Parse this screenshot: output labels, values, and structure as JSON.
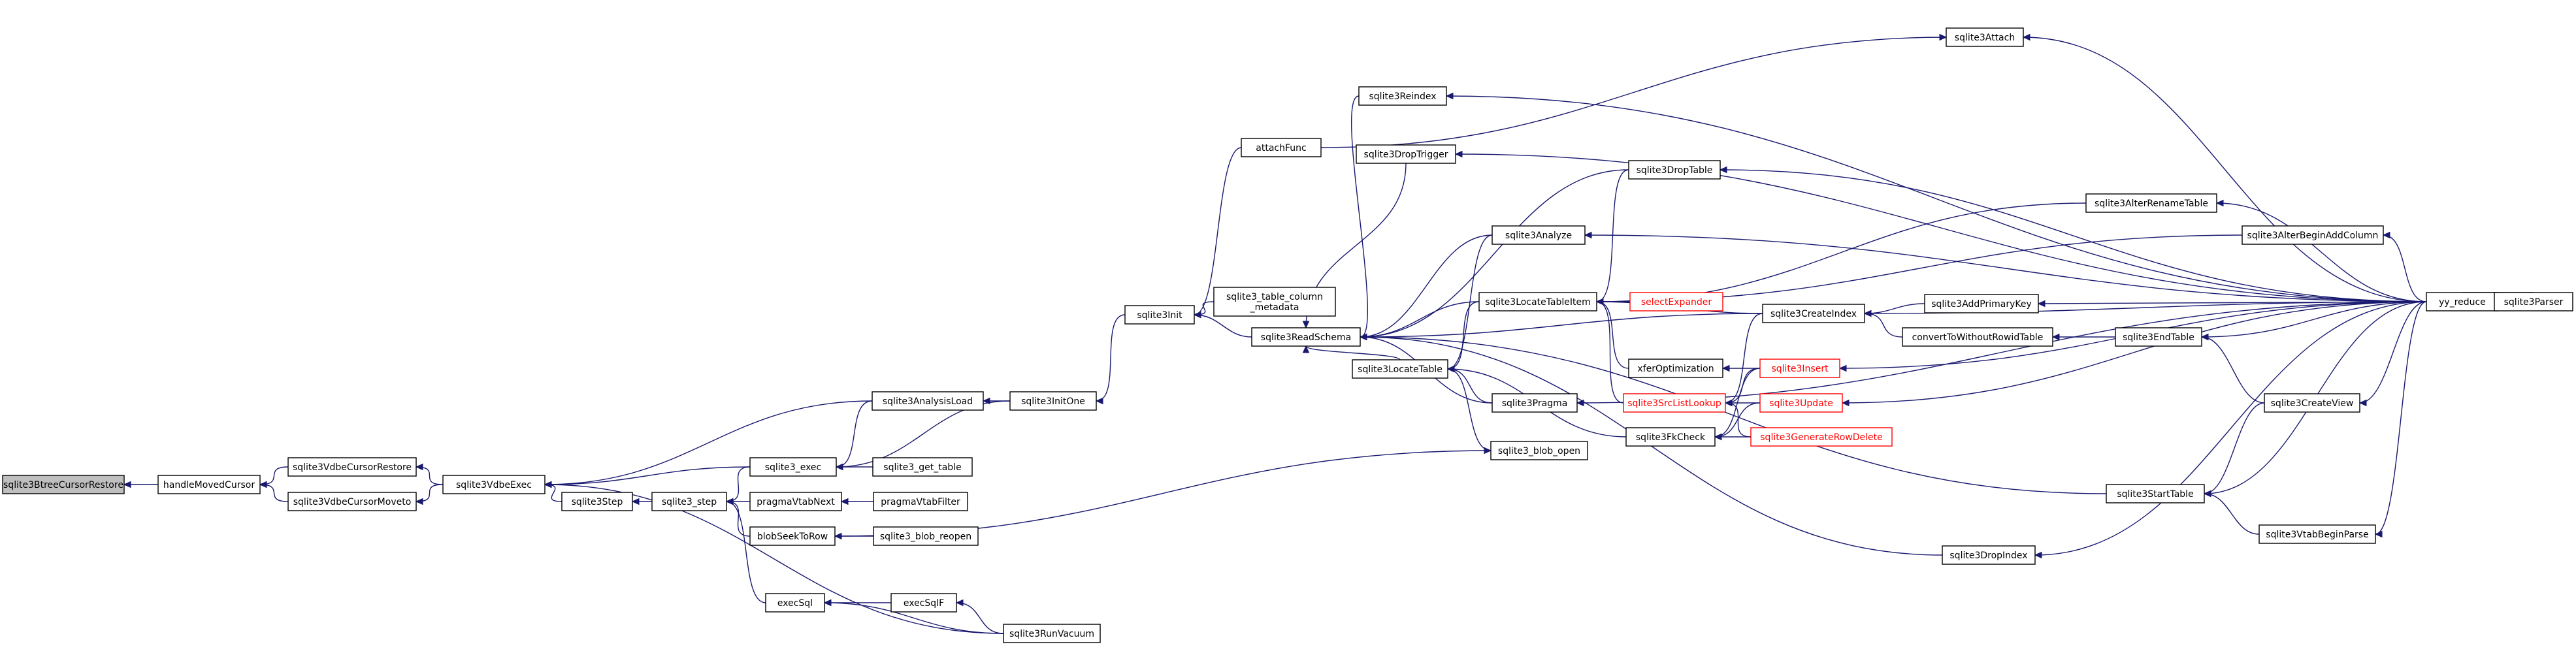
{
  "graph": {
    "nodes": {
      "restore": {
        "label": "sqlite3BtreeCursorRestore",
        "current": true
      },
      "handle": {
        "label": "handleMovedCursor"
      },
      "vcr": {
        "label": "sqlite3VdbeCursorRestore"
      },
      "vcm": {
        "label": "sqlite3VdbeCursorMoveto"
      },
      "vexec": {
        "label": "sqlite3VdbeExec"
      },
      "step": {
        "label": "sqlite3Step"
      },
      "s3step": {
        "label": "sqlite3_step"
      },
      "s3exec": {
        "label": "sqlite3_exec"
      },
      "gettable": {
        "label": "sqlite3_get_table"
      },
      "analysisload": {
        "label": "sqlite3AnalysisLoad"
      },
      "initone": {
        "label": "sqlite3InitOne"
      },
      "init": {
        "label": "sqlite3Init"
      },
      "attachfunc": {
        "label": "attachFunc"
      },
      "tcm": {
        "label": "sqlite3_table_column\n_metadata"
      },
      "readschema": {
        "label": "sqlite3ReadSchema"
      },
      "reindex": {
        "label": "sqlite3Reindex"
      },
      "droptrigger": {
        "label": "sqlite3DropTrigger"
      },
      "analyze": {
        "label": "sqlite3Analyze"
      },
      "locatetable": {
        "label": "sqlite3LocateTable"
      },
      "locatetableitem": {
        "label": "sqlite3LocateTableItem"
      },
      "droptable": {
        "label": "sqlite3DropTable"
      },
      "selectexpander": {
        "label": "selectExpander",
        "truncated": true
      },
      "xferopt": {
        "label": "xferOptimization"
      },
      "srclistlookup": {
        "label": "sqlite3SrcListLookup",
        "truncated": true
      },
      "fkcheck": {
        "label": "sqlite3FkCheck"
      },
      "pragma": {
        "label": "sqlite3Pragma"
      },
      "blobopen": {
        "label": "sqlite3_blob_open"
      },
      "pvnext": {
        "label": "pragmaVtabNext"
      },
      "pvfilter": {
        "label": "pragmaVtabFilter"
      },
      "blobseek": {
        "label": "blobSeekToRow"
      },
      "blobreopen": {
        "label": "sqlite3_blob_reopen"
      },
      "execsql": {
        "label": "execSql"
      },
      "execsqlf": {
        "label": "execSqlF"
      },
      "runvacuum": {
        "label": "sqlite3RunVacuum"
      },
      "insert": {
        "label": "sqlite3Insert",
        "truncated": true
      },
      "update": {
        "label": "sqlite3Update",
        "truncated": true
      },
      "genrowdelete": {
        "label": "sqlite3GenerateRowDelete",
        "truncated": true
      },
      "createindex": {
        "label": "sqlite3CreateIndex"
      },
      "addpk": {
        "label": "sqlite3AddPrimaryKey"
      },
      "convrowid": {
        "label": "convertToWithoutRowidTable"
      },
      "endtable": {
        "label": "sqlite3EndTable"
      },
      "attach": {
        "label": "sqlite3Attach"
      },
      "renametable": {
        "label": "sqlite3AlterRenameTable"
      },
      "addcol": {
        "label": "sqlite3AlterBeginAddColumn"
      },
      "createview": {
        "label": "sqlite3CreateView"
      },
      "starttable": {
        "label": "sqlite3StartTable"
      },
      "vtabbegin": {
        "label": "sqlite3VtabBeginParse"
      },
      "dropindex": {
        "label": "sqlite3DropIndex"
      },
      "yyreduce": {
        "label": "yy_reduce"
      },
      "parser": {
        "label": "sqlite3Parser"
      }
    },
    "edges": [
      [
        "handle",
        "restore"
      ],
      [
        "vcr",
        "handle"
      ],
      [
        "vcm",
        "handle"
      ],
      [
        "vexec",
        "vcr"
      ],
      [
        "vexec",
        "vcm"
      ],
      [
        "step",
        "vexec"
      ],
      [
        "s3exec",
        "vexec"
      ],
      [
        "analysisload",
        "vexec"
      ],
      [
        "runvacuum",
        "vexec"
      ],
      [
        "s3step",
        "step"
      ],
      [
        "s3exec",
        "s3step"
      ],
      [
        "pvnext",
        "s3step"
      ],
      [
        "blobseek",
        "s3step"
      ],
      [
        "execsql",
        "s3step"
      ],
      [
        "analysisload",
        "s3exec"
      ],
      [
        "initone",
        "s3exec"
      ],
      [
        "gettable",
        "s3exec"
      ],
      [
        "initone",
        "analysisload"
      ],
      [
        "init",
        "initone"
      ],
      [
        "attachfunc",
        "init"
      ],
      [
        "tcm",
        "init"
      ],
      [
        "readschema",
        "init"
      ],
      [
        "reindex",
        "readschema"
      ],
      [
        "droptrigger",
        "readschema"
      ],
      [
        "analyze",
        "readschema"
      ],
      [
        "locatetable",
        "readschema"
      ],
      [
        "locatetableitem",
        "readschema"
      ],
      [
        "pragma",
        "readschema"
      ],
      [
        "createindex",
        "readschema"
      ],
      [
        "droptable",
        "readschema"
      ],
      [
        "starttable",
        "readschema"
      ],
      [
        "dropindex",
        "readschema"
      ],
      [
        "locatetableitem",
        "locatetable"
      ],
      [
        "analyze",
        "locatetable"
      ],
      [
        "pragma",
        "locatetable"
      ],
      [
        "blobopen",
        "locatetable"
      ],
      [
        "fkcheck",
        "locatetable"
      ],
      [
        "droptable",
        "locatetableitem"
      ],
      [
        "selectexpander",
        "locatetableitem"
      ],
      [
        "xferopt",
        "locatetableitem"
      ],
      [
        "srclistlookup",
        "locatetableitem"
      ],
      [
        "createindex",
        "locatetableitem"
      ],
      [
        "renametable",
        "locatetableitem"
      ],
      [
        "addcol",
        "locatetableitem"
      ],
      [
        "insert",
        "xferopt"
      ],
      [
        "insert",
        "srclistlookup"
      ],
      [
        "update",
        "srclistlookup"
      ],
      [
        "genrowdelete",
        "srclistlookup"
      ],
      [
        "createindex",
        "srclistlookup"
      ],
      [
        "insert",
        "fkcheck"
      ],
      [
        "update",
        "fkcheck"
      ],
      [
        "genrowdelete",
        "fkcheck"
      ],
      [
        "addpk",
        "createindex"
      ],
      [
        "convrowid",
        "createindex"
      ],
      [
        "endtable",
        "convrowid"
      ],
      [
        "createview",
        "endtable"
      ],
      [
        "attachfunc",
        "attach"
      ],
      [
        "blobreopen",
        "blobseek"
      ],
      [
        "blobseek",
        "blobopen"
      ],
      [
        "pvfilter",
        "pvnext"
      ],
      [
        "execsqlf",
        "execsql"
      ],
      [
        "runvacuum",
        "execsql"
      ],
      [
        "runvacuum",
        "execsqlf"
      ],
      [
        "createview",
        "starttable"
      ],
      [
        "vtabbegin",
        "starttable"
      ],
      [
        "yyreduce",
        "attach"
      ],
      [
        "yyreduce",
        "reindex"
      ],
      [
        "yyreduce",
        "droptrigger"
      ],
      [
        "yyreduce",
        "analyze"
      ],
      [
        "yyreduce",
        "droptable"
      ],
      [
        "yyreduce",
        "renametable"
      ],
      [
        "yyreduce",
        "addcol"
      ],
      [
        "yyreduce",
        "createindex"
      ],
      [
        "yyreduce",
        "addpk"
      ],
      [
        "yyreduce",
        "insert"
      ],
      [
        "yyreduce",
        "update"
      ],
      [
        "yyreduce",
        "endtable"
      ],
      [
        "yyreduce",
        "createview"
      ],
      [
        "yyreduce",
        "starttable"
      ],
      [
        "yyreduce",
        "vtabbegin"
      ],
      [
        "yyreduce",
        "dropindex"
      ],
      [
        "yyreduce",
        "pragma"
      ],
      [
        "parser",
        "yyreduce"
      ]
    ]
  },
  "colors": {
    "edge": "#191970",
    "node_border": "#000000",
    "truncated_border": "#ff0000",
    "current_fill": "#bfbfbf"
  }
}
